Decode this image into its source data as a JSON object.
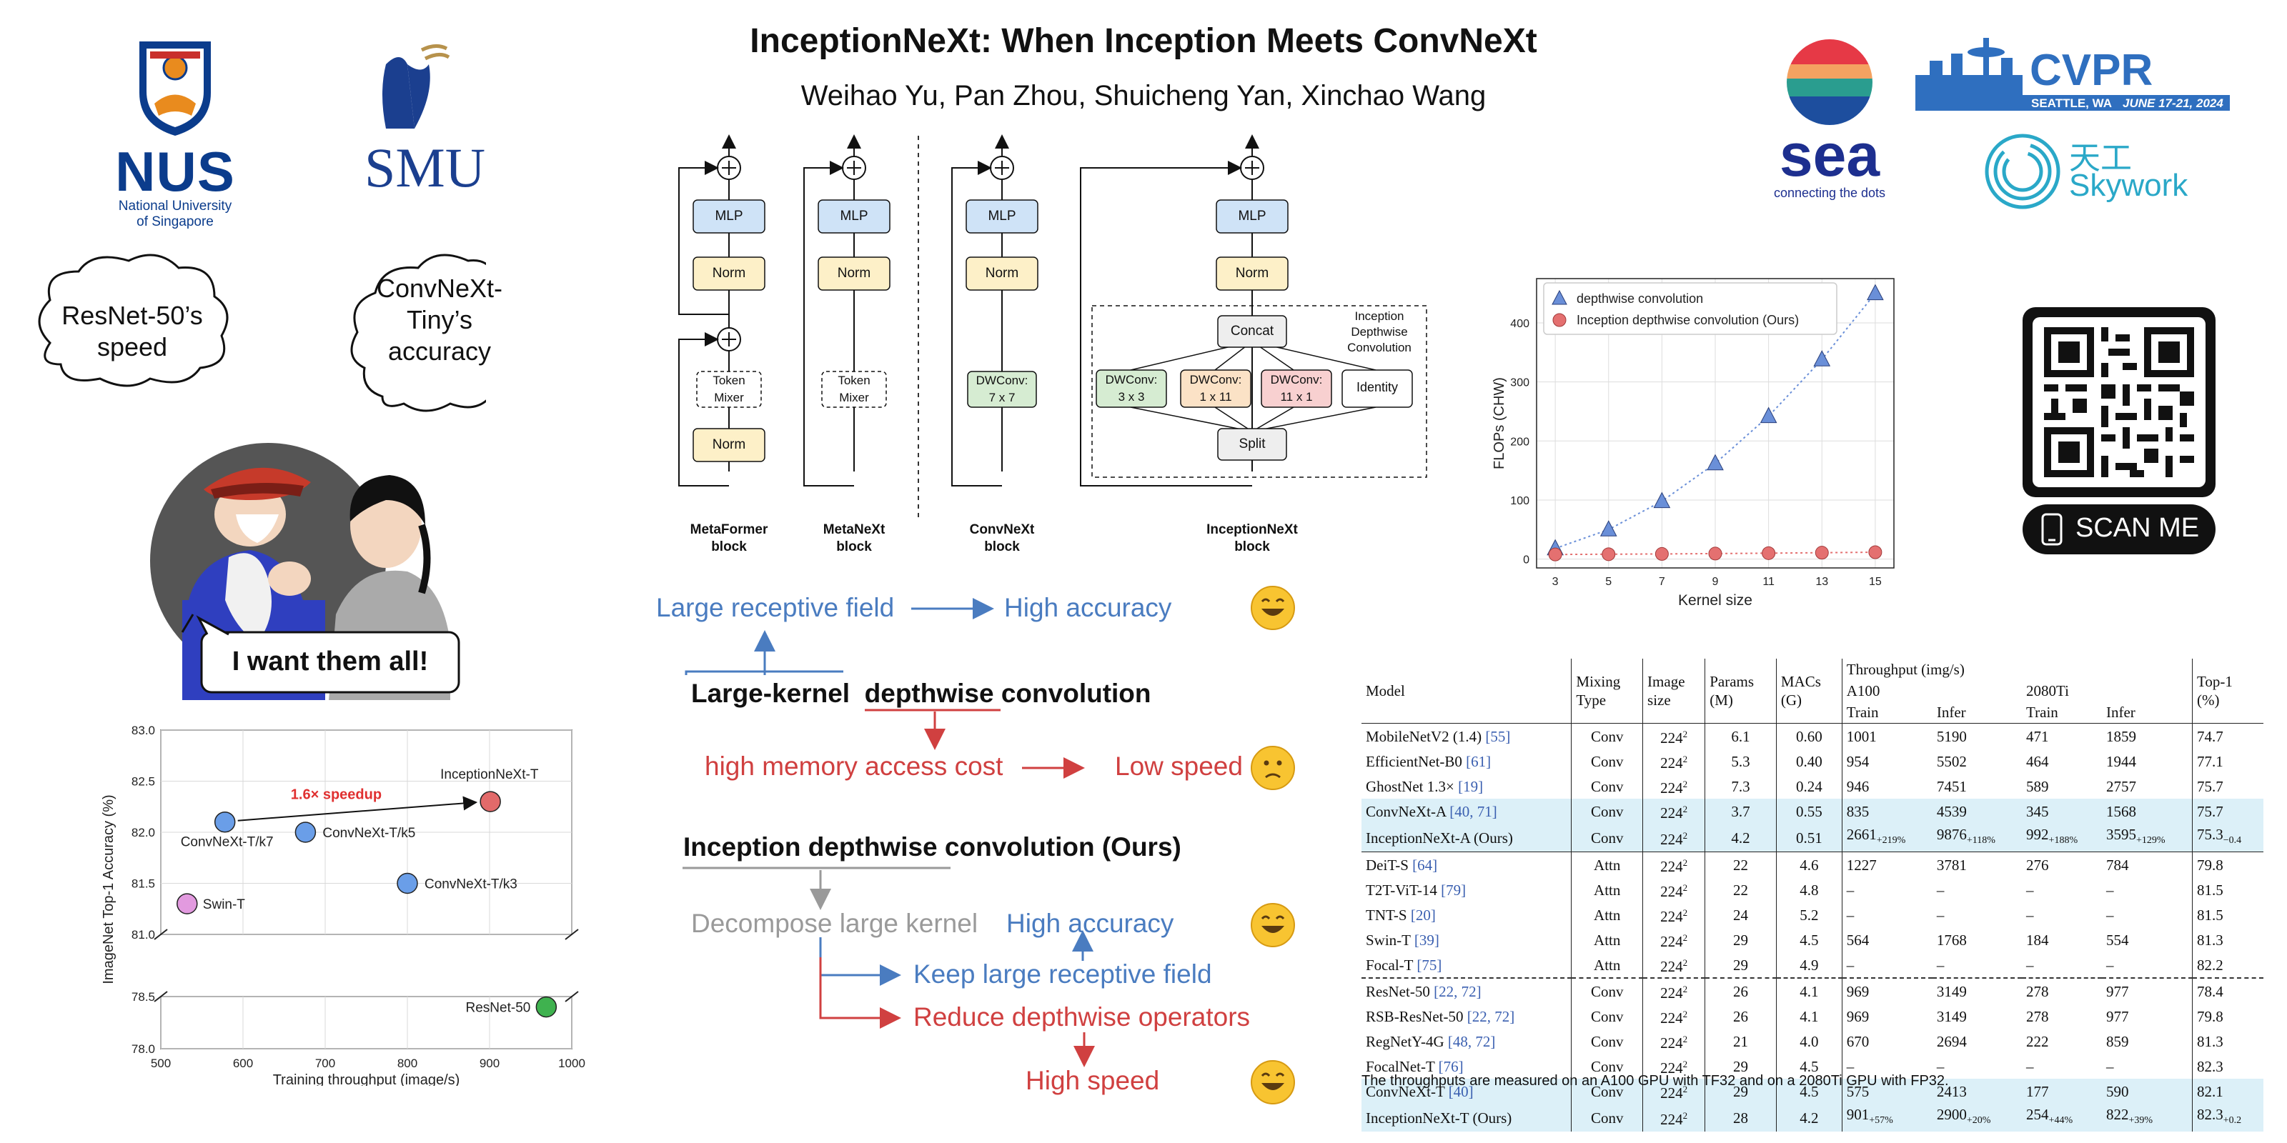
{
  "header": {
    "title": "InceptionNeXt: When Inception Meets ConvNeXt",
    "authors": "Weihao Yu, Pan Zhou, Shuicheng Yan, Xinchao Wang"
  },
  "logos": {
    "nus": {
      "main": "NUS",
      "line1": "National University",
      "line2": "of Singapore"
    },
    "smu": "SMU",
    "sea": {
      "main": "sea",
      "tagline": "connecting the dots"
    },
    "cvpr": {
      "main": "CVPR",
      "location": "SEATTLE, WA",
      "dates": "JUNE 17-21, 2024"
    },
    "skywork": {
      "cn": "天工",
      "en": "Skywork"
    }
  },
  "cartoon": {
    "cloud_left": [
      "ResNet-50’s",
      "speed"
    ],
    "cloud_right": [
      "ConvNeXt-",
      "Tiny’s",
      "accuracy"
    ],
    "speech": "I want them all!"
  },
  "blocks": {
    "labels": [
      "MetaFormer",
      "MetaNeXt",
      "ConvNeXt",
      "InceptionNeXt"
    ],
    "suffix": "block",
    "mlp": "MLP",
    "norm": "Norm",
    "token_mixer": [
      "Token",
      "Mixer"
    ],
    "dwconv77": [
      "DWConv:",
      "7 x 7"
    ],
    "concat": "Concat",
    "split": "Split",
    "identity": "Identity",
    "dw33": [
      "DWConv:",
      "3 x 3"
    ],
    "dw111": [
      "DWConv:",
      "1 x 11"
    ],
    "dw111b": [
      "DWConv:",
      "11 x 1"
    ],
    "inception_label": [
      "Inception",
      "Depthwise",
      "Convolution"
    ]
  },
  "flow": {
    "large_rf": "Large receptive field",
    "high_acc": "High accuracy",
    "large_kernel_a": "Large-kernel",
    "large_kernel_b": "depthwise",
    "large_kernel_c": "convolution",
    "high_mem": "high memory access cost",
    "low_speed": "Low speed",
    "inception_dw": "Inception depthwise convolution (Ours)",
    "decompose": "Decompose large kernel",
    "high_acc2": "High accuracy",
    "keep_rf": "Keep large receptive field",
    "reduce": "Reduce depthwise operators",
    "high_speed": "High speed"
  },
  "qr": {
    "label": "SCAN ME"
  },
  "chart_data": [
    {
      "type": "scatter",
      "title": "",
      "xlabel": "Training throughput (image/s)",
      "ylabel": "ImageNet Top-1 Accuracy (%)",
      "xlim": [
        500,
        1000
      ],
      "xticks": [
        "500",
        "600",
        "700",
        "800",
        "900",
        "1000"
      ],
      "yticks_upper": [
        "81.0",
        "81.5",
        "82.0",
        "82.5",
        "83.0"
      ],
      "yticks_lower": [
        "78.0",
        "78.5"
      ],
      "broken_axis": true,
      "grid": true,
      "annotation": "1.6× speedup",
      "points": [
        {
          "name": "ConvNeXt-T/k7",
          "x": 578,
          "y": 82.1,
          "color": "#6a9ee8"
        },
        {
          "name": "ConvNeXt-T/k5",
          "x": 676,
          "y": 82.0,
          "color": "#6a9ee8"
        },
        {
          "name": "ConvNeXt-T/k3",
          "x": 800,
          "y": 81.5,
          "color": "#6a9ee8"
        },
        {
          "name": "Swin-T",
          "x": 532,
          "y": 81.3,
          "color": "#e29adf"
        },
        {
          "name": "InceptionNeXt-T",
          "x": 901,
          "y": 82.3,
          "color": "#e26a6a"
        },
        {
          "name": "ResNet-50",
          "x": 969,
          "y": 78.4,
          "color": "#3fb24f"
        }
      ]
    },
    {
      "type": "line",
      "title": "",
      "xlabel": "Kernel size",
      "ylabel": "FLOPs (CHW)",
      "x": [
        3,
        5,
        7,
        9,
        11,
        13,
        15
      ],
      "xlim": [
        2.3,
        15.7
      ],
      "ylim": [
        -15,
        475
      ],
      "yticks": [
        "0",
        "100",
        "200",
        "300",
        "400"
      ],
      "grid": true,
      "legend_position": "top-left",
      "series": [
        {
          "name": "depthwise convolution",
          "values": [
            18,
            50,
            98,
            162,
            242,
            338,
            450
          ],
          "color": "#6a8fd8",
          "marker": "triangle"
        },
        {
          "name": "Inception depthwise convolution (Ours)",
          "values": [
            7.8,
            8.2,
            8.7,
            9.3,
            10.0,
            10.8,
            11.6
          ],
          "color": "#e47070",
          "marker": "circle"
        }
      ]
    }
  ],
  "table": {
    "headers": {
      "model": "Model",
      "mixing": [
        "Mixing",
        "Type"
      ],
      "image": [
        "Image",
        "size"
      ],
      "params": [
        "Params",
        "(M)"
      ],
      "macs": [
        "MACs",
        "(G)"
      ],
      "throughput": "Throughput (img/s)",
      "a100": "A100",
      "ti": "2080Ti",
      "train": "Train",
      "infer": "Infer",
      "top1": [
        "Top-1",
        "(%)"
      ]
    },
    "rows": [
      {
        "model": "MobileNetV2 (1.4) ",
        "ref": "[55]",
        "type": "Conv",
        "size": "224",
        "params": "6.1",
        "macs": "0.60",
        "a_tr": "1001",
        "a_in": "5190",
        "t_tr": "471",
        "t_in": "1859",
        "top1": "74.7"
      },
      {
        "model": "EfficientNet-B0 ",
        "ref": "[61]",
        "type": "Conv",
        "size": "224",
        "params": "5.3",
        "macs": "0.40",
        "a_tr": "954",
        "a_in": "5502",
        "t_tr": "464",
        "t_in": "1944",
        "top1": "77.1"
      },
      {
        "model": "GhostNet 1.3× ",
        "ref": "[19]",
        "type": "Conv",
        "size": "224",
        "params": "7.3",
        "macs": "0.24",
        "a_tr": "946",
        "a_in": "7451",
        "t_tr": "589",
        "t_in": "2757",
        "top1": "75.7"
      },
      {
        "model": "ConvNeXt-A ",
        "ref": "[40, 71]",
        "type": "Conv",
        "size": "224",
        "params": "3.7",
        "macs": "0.55",
        "a_tr": "835",
        "a_in": "4539",
        "t_tr": "345",
        "t_in": "1568",
        "top1": "75.7"
      },
      {
        "model": "InceptionNeXt-A (Ours)",
        "ref": "",
        "type": "Conv",
        "size": "224",
        "params": "4.2",
        "macs": "0.51",
        "a_tr": "2661",
        "a_tr_g": "+219%",
        "a_in": "9876",
        "a_in_g": "+118%",
        "t_tr": "992",
        "t_tr_g": "+188%",
        "t_in": "3595",
        "t_in_g": "+129%",
        "top1": "75.3",
        "top1_g": "−0.4"
      },
      {
        "model": "DeiT-S ",
        "ref": "[64]",
        "type": "Attn",
        "size": "224",
        "params": "22",
        "macs": "4.6",
        "a_tr": "1227",
        "a_in": "3781",
        "t_tr": "276",
        "t_in": "784",
        "top1": "79.8"
      },
      {
        "model": "T2T-ViT-14 ",
        "ref": "[79]",
        "type": "Attn",
        "size": "224",
        "params": "22",
        "macs": "4.8",
        "a_tr": "–",
        "a_in": "–",
        "t_tr": "–",
        "t_in": "–",
        "top1": "81.5"
      },
      {
        "model": "TNT-S ",
        "ref": "[20]",
        "type": "Attn",
        "size": "224",
        "params": "24",
        "macs": "5.2",
        "a_tr": "–",
        "a_in": "–",
        "t_tr": "–",
        "t_in": "–",
        "top1": "81.5"
      },
      {
        "model": "Swin-T ",
        "ref": "[39]",
        "type": "Attn",
        "size": "224",
        "params": "29",
        "macs": "4.5",
        "a_tr": "564",
        "a_in": "1768",
        "t_tr": "184",
        "t_in": "554",
        "top1": "81.3"
      },
      {
        "model": "Focal-T ",
        "ref": "[75]",
        "type": "Attn",
        "size": "224",
        "params": "29",
        "macs": "4.9",
        "a_tr": "–",
        "a_in": "–",
        "t_tr": "–",
        "t_in": "–",
        "top1": "82.2"
      },
      {
        "model": "ResNet-50 ",
        "ref": "[22, 72]",
        "type": "Conv",
        "size": "224",
        "params": "26",
        "macs": "4.1",
        "a_tr": "969",
        "a_in": "3149",
        "t_tr": "278",
        "t_in": "977",
        "top1": "78.4"
      },
      {
        "model": "RSB-ResNet-50 ",
        "ref": "[22, 72]",
        "type": "Conv",
        "size": "224",
        "params": "26",
        "macs": "4.1",
        "a_tr": "969",
        "a_in": "3149",
        "t_tr": "278",
        "t_in": "977",
        "top1": "79.8"
      },
      {
        "model": "RegNetY-4G ",
        "ref": "[48, 72]",
        "type": "Conv",
        "size": "224",
        "params": "21",
        "macs": "4.0",
        "a_tr": "670",
        "a_in": "2694",
        "t_tr": "222",
        "t_in": "859",
        "top1": "81.3"
      },
      {
        "model": "FocalNet-T ",
        "ref": "[76]",
        "type": "Conv",
        "size": "224",
        "params": "29",
        "macs": "4.5",
        "a_tr": "–",
        "a_in": "–",
        "t_tr": "–",
        "t_in": "–",
        "top1": "82.3"
      },
      {
        "model": "ConvNeXt-T ",
        "ref": "[40]",
        "type": "Conv",
        "size": "224",
        "params": "29",
        "macs": "4.5",
        "a_tr": "575",
        "a_in": "2413",
        "t_tr": "177",
        "t_in": "590",
        "top1": "82.1"
      },
      {
        "model": "InceptionNeXt-T (Ours)",
        "ref": "",
        "type": "Conv",
        "size": "224",
        "params": "28",
        "macs": "4.2",
        "a_tr": "901",
        "a_tr_g": "+57%",
        "a_in": "2900",
        "a_in_g": "+20%",
        "t_tr": "254",
        "t_tr_g": "+44%",
        "t_in": "822",
        "t_in_g": "+39%",
        "top1": "82.3",
        "top1_g": "+0.2"
      }
    ],
    "highlighted_rows": [
      3,
      4,
      14,
      15
    ],
    "footnote": "The throughputs are measured on an A100 GPU with TF32 and on a 2080Ti GPU with FP32."
  },
  "colors": {
    "blue_text": "#4a7cc0",
    "red_text": "#d04040",
    "gray_text": "#9a9a9a",
    "nus_blue": "#0b3c8c",
    "highlight_row": "#dcf0f8",
    "mlp_fill": "#cfe3f7",
    "norm_fill": "#fdf0c8",
    "dw_green": "#d6ecd2",
    "dw_orange": "#fbe2c6",
    "dw_red": "#f8d0d0"
  }
}
